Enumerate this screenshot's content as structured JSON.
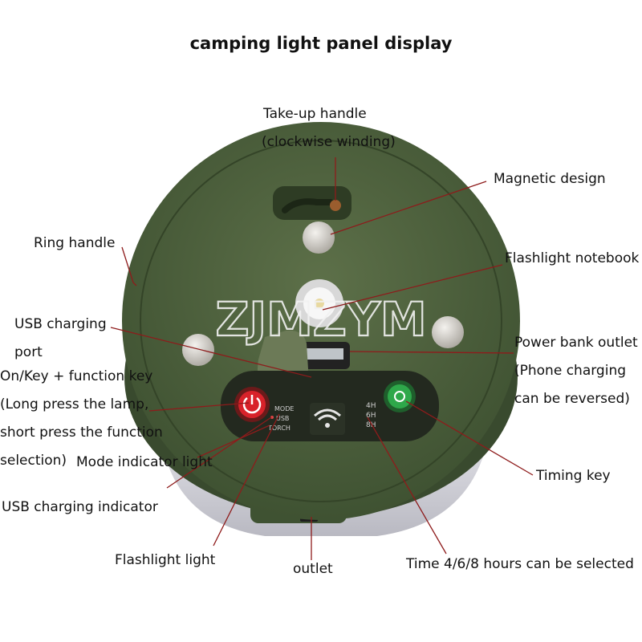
{
  "title": "camping light panel display",
  "labels": {
    "takeup_1": "Take-up handle",
    "takeup_2": "(clockwise winding)",
    "magnetic": "Magnetic design",
    "ring": "Ring handle",
    "flash_nb": "Flashlight notebook",
    "usb_port_1": "USB charging",
    "usb_port_2": "port",
    "onkey_1": "On/Key + function key",
    "onkey_2": "(Long press the lamp,",
    "onkey_3": "short press the function",
    "onkey_4": "selection)",
    "mode_ind": "Mode indicator light",
    "powerbank_1": "Power bank outlet",
    "powerbank_2": "(Phone charging",
    "powerbank_3": "can be reversed)",
    "timing": "Timing key",
    "usb_ind": "USB charging indicator",
    "flash_light": "Flashlight light",
    "outlet": "outlet",
    "time_sel": "Time 4/6/8 hours can be selected"
  },
  "watermark": "ZJMZYM",
  "panel": {
    "mode_labels": [
      "MODE",
      "USB",
      "TORCH"
    ],
    "timer_labels": [
      "4H",
      "6H",
      "8H"
    ]
  },
  "colors": {
    "housing_green": "#4c5f3e",
    "power_button": "#d8222a",
    "timing_button": "#2ea84a",
    "leader_line": "#8e1b1b"
  }
}
